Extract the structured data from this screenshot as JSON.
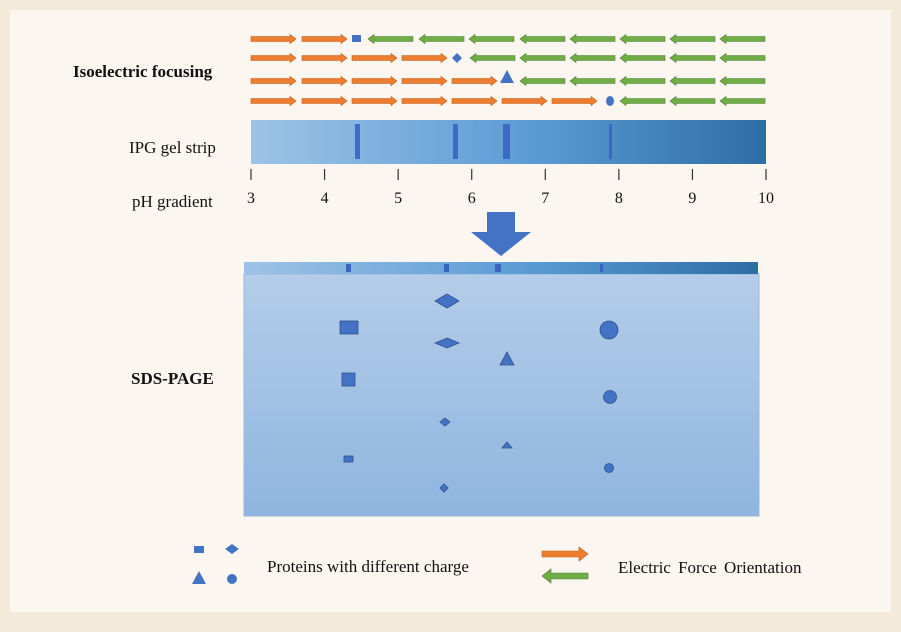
{
  "labels": {
    "ief": "Isoelectric focusing",
    "strip": "IPG gel strip",
    "ph": "pH gradient",
    "sds": "SDS-PAGE"
  },
  "ph_ticks": [
    "3",
    "4",
    "5",
    "6",
    "7",
    "8",
    "9",
    "10"
  ],
  "legend": {
    "proteins": "Proteins with different charge",
    "force": "Electric Force Orientation"
  },
  "colors": {
    "right_arrow": "#ed7d31",
    "left_arrow": "#70ad47",
    "protein": "#4472c4",
    "background": "#fbf6ef",
    "frame": "#f3ead9"
  },
  "icons": [
    "square-icon",
    "diamond-icon",
    "triangle-icon",
    "circle-icon",
    "down-arrow-icon"
  ]
}
